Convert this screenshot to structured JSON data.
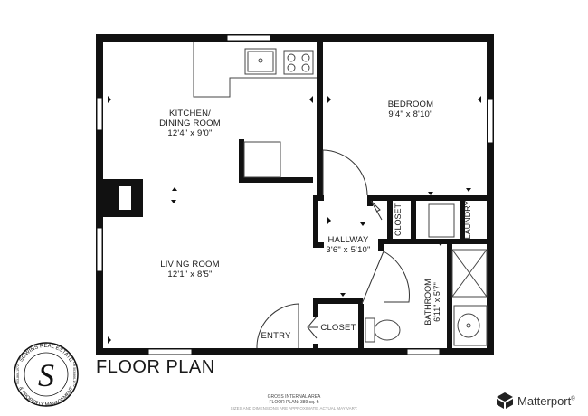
{
  "title": "FLOOR PLAN",
  "rooms": {
    "kitchen": {
      "name1": "KITCHEN/",
      "name2": "DINING ROOM",
      "dim": "12'4\" x 9'0\""
    },
    "bedroom": {
      "name": "BEDROOM",
      "dim": "9'4\" x 8'10\""
    },
    "hallway": {
      "name": "HALLWAY",
      "dim": "3'6\" x 5'10\""
    },
    "living": {
      "name": "LIVING ROOM",
      "dim": "12'1\" x 8'5\""
    },
    "bathroom": {
      "name": "BATHROOM",
      "dim": "6'11\" x 5'7\""
    },
    "closet_hall": "CLOSET",
    "closet_entry": "CLOSET",
    "laundry": "LAUNDRY",
    "entry": "ENTRY"
  },
  "footer": {
    "gross_line1": "GROSS INTERNAL AREA",
    "gross_line2": "FLOOR PLAN: 389 sq. ft",
    "disclaimer": "SIZES AND DIMENSIONS ARE APPROXIMATE, ACTUAL MAY VARY."
  },
  "logo": {
    "letter": "S",
    "ring_top": "SOWINS REAL ESTATE",
    "ring_bottom": "& PROPERTY MANAGEMENT",
    "phone_left": "503-866-1972",
    "phone_right": "OR 503-866-1972"
  },
  "brand": {
    "name": "Matterport",
    "mark": "®"
  }
}
